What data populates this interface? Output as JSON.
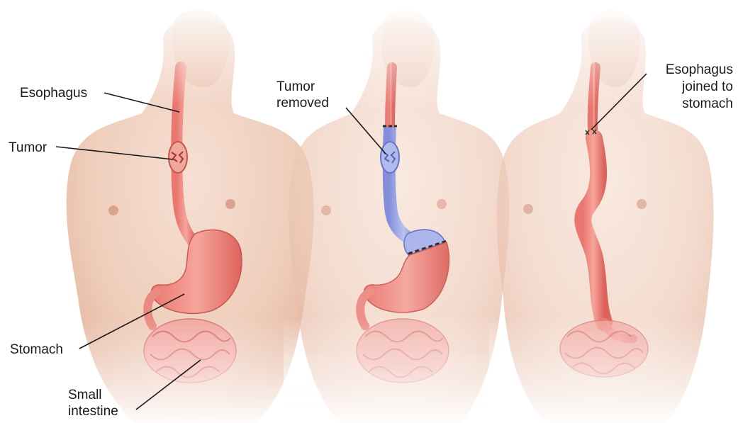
{
  "panels": [
    {
      "id": "before",
      "labels": {
        "esophagus": "Esophagus",
        "tumor": "Tumor",
        "stomach": "Stomach",
        "small_intestine_line1": "Small",
        "small_intestine_line2": "intestine"
      }
    },
    {
      "id": "removal",
      "labels": {
        "tumor_removed_line1": "Tumor",
        "tumor_removed_line2": "removed"
      }
    },
    {
      "id": "after",
      "labels": {
        "joined_line1": "Esophagus",
        "joined_line2": "joined to",
        "joined_line3": "stomach"
      }
    }
  ],
  "colors": {
    "skin": "#f3d6c6",
    "skin_shadow": "#e4b9a4",
    "organ": "#ee8f86",
    "organ_dark": "#d9655e",
    "removed_section": "#9aa6e6",
    "intestine": "#f2a8a2"
  }
}
